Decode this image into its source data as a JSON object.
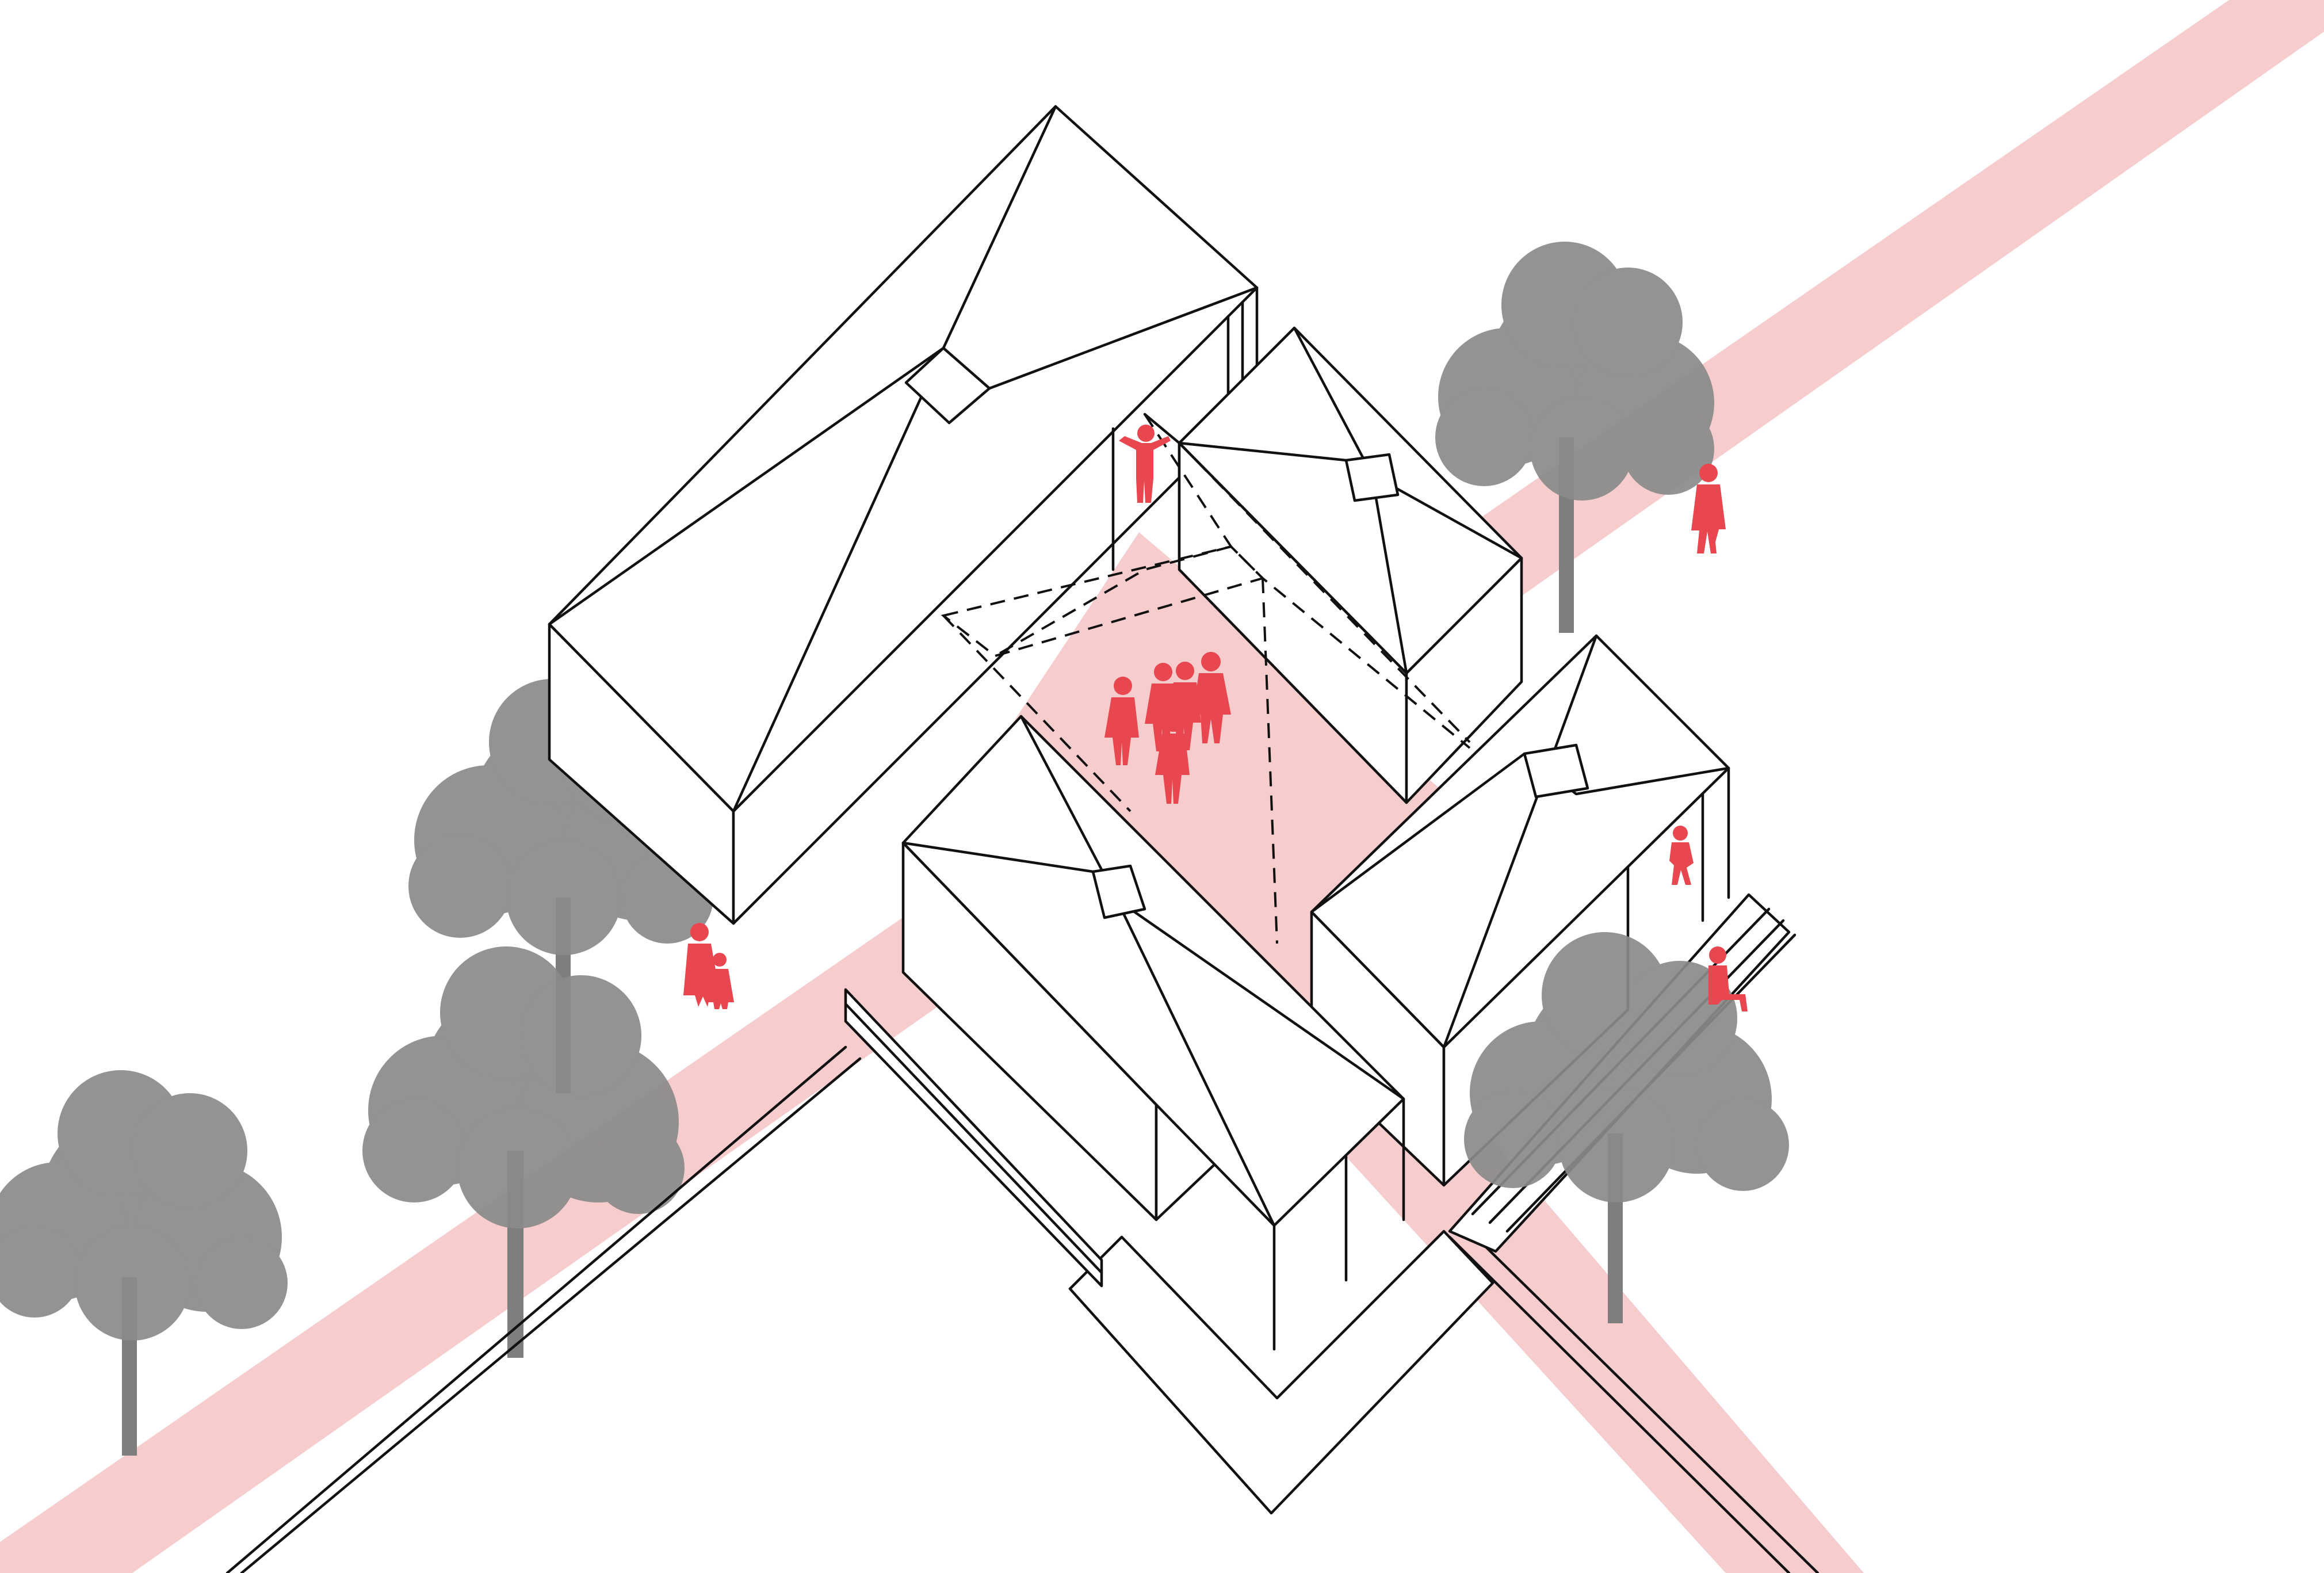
{
  "colors": {
    "path_band": "#f6cccd",
    "people": "#e8474f",
    "trees": "#8a8a8a",
    "line": "#111111",
    "background": "#ffffff"
  },
  "elements": {
    "buildings": [
      "north-long-building",
      "east-small-building",
      "south-building",
      "southeast-building"
    ],
    "open_space": "central-courtyard",
    "vegetation": [
      "tree-left-far",
      "tree-left-mid",
      "tree-left-upper",
      "tree-northeast",
      "tree-southeast"
    ],
    "figures": [
      "people-group-courtyard",
      "person-gateway",
      "person-path-ne",
      "people-pair-path-sw",
      "person-porch-upper",
      "person-porch-seated"
    ]
  }
}
